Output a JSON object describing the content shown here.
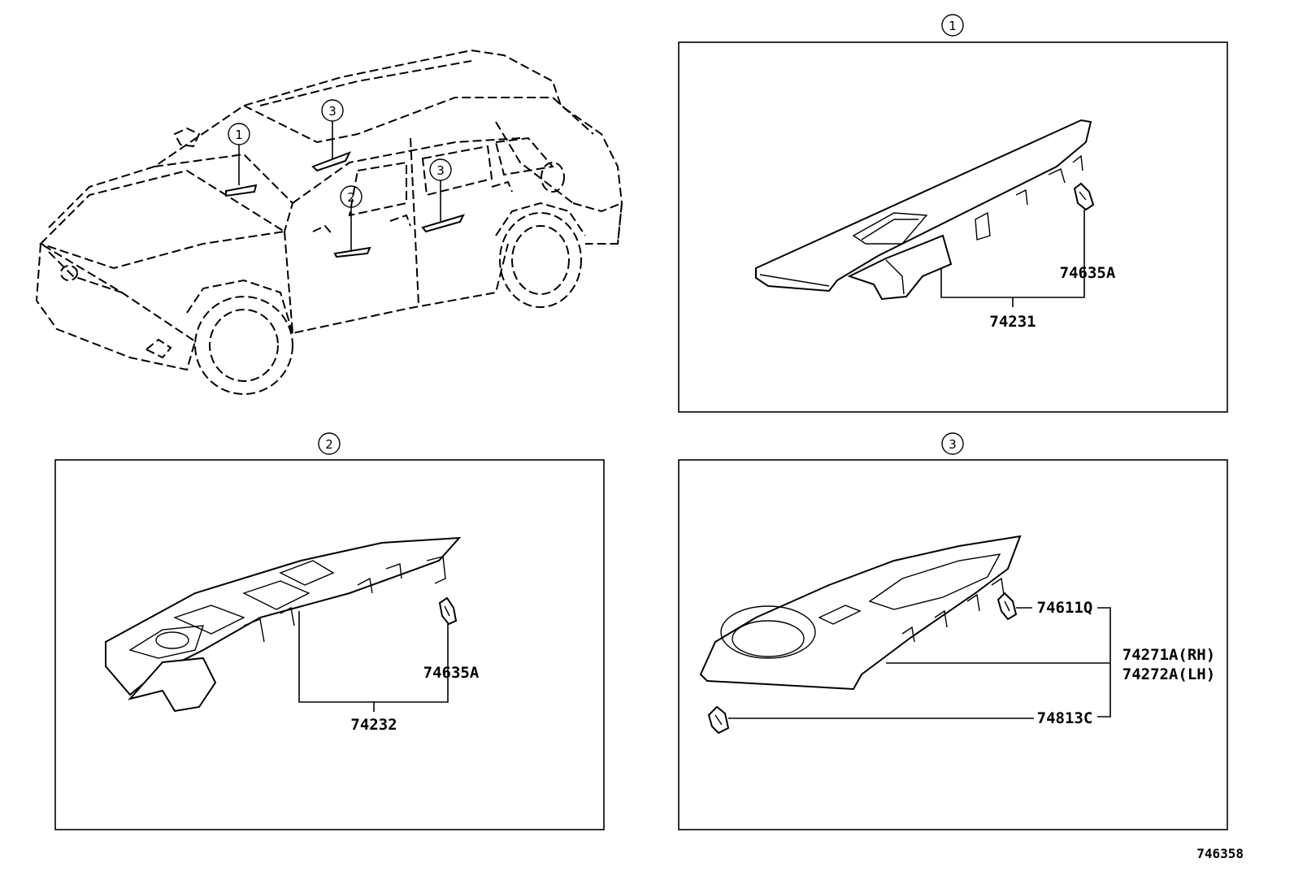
{
  "callouts": {
    "panel_1": "1",
    "panel_2": "2",
    "panel_3": "3",
    "car_1": "1",
    "car_2": "2",
    "car_3_upper": "3",
    "car_3_lower": "3"
  },
  "panel_1": {
    "parts": {
      "clip": "74635A",
      "switch_base": "74231"
    }
  },
  "panel_2": {
    "parts": {
      "clip": "74635A",
      "switch_base": "74232"
    }
  },
  "panel_3": {
    "parts": {
      "clip_upper": "74611Q",
      "panel_rh": "74271A(RH)",
      "panel_lh": "74272A(LH)",
      "clip_lower": "74813C"
    }
  },
  "diagram_ref": "746358"
}
